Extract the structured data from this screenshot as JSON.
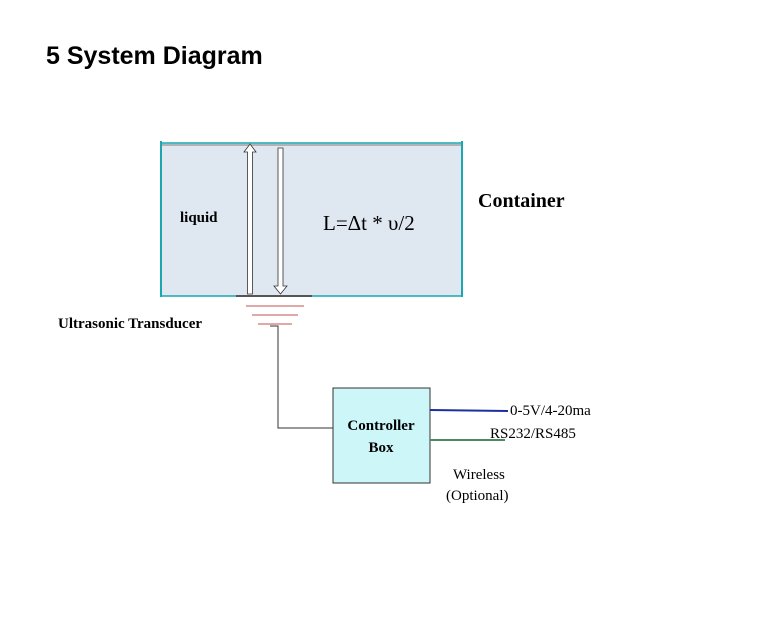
{
  "heading": "5 System Diagram",
  "diagram": {
    "container_label": "Container",
    "liquid_label": "liquid",
    "formula": "L=Δt * υ/2",
    "transducer_label": "Ultrasonic Transducer",
    "controller_line1": "Controller",
    "controller_line2": "Box",
    "output_analog": "0-5V/4-20ma",
    "output_serial": "RS232/RS485",
    "wireless_line1": "Wireless",
    "wireless_line2": "(Optional)"
  },
  "colors": {
    "liquid_fill": "#dfe7f0",
    "container_border": "#1aa7b0",
    "controller_fill": "#ccf6f8",
    "analog_line": "#1c2fa0",
    "serial_line": "#4a8a5e",
    "transducer_line": "#c0504d"
  }
}
